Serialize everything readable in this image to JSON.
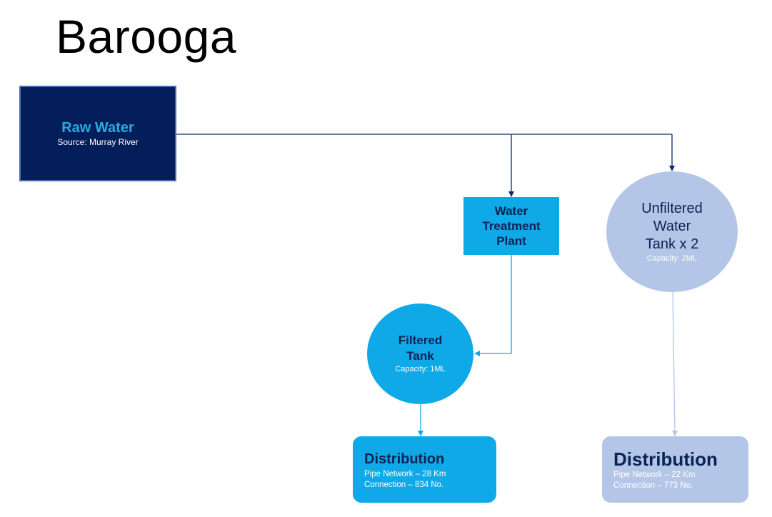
{
  "title": "Barooga",
  "nodes": {
    "raw_water": {
      "heading": "Raw Water",
      "detail": "Source: Murray River"
    },
    "treatment_plant": {
      "heading_lines": [
        "Water",
        "Treatment",
        "Plant"
      ]
    },
    "filtered_tank": {
      "heading_lines": [
        "Filtered",
        "Tank"
      ],
      "detail": "Capacity: 1ML"
    },
    "unfiltered_tank": {
      "heading_lines": [
        "Unfiltered",
        "Water",
        "Tank x 2"
      ],
      "detail": "Capacity: 2ML"
    },
    "distribution_filtered": {
      "heading": "Distribution",
      "pipe_network": "Pipe Network – 28 Km",
      "connection": "Connection – 834 No."
    },
    "distribution_unfiltered": {
      "heading": "Distribution",
      "pipe_network": "Pipe Network – 22 Km",
      "connection": "Connection – 773 No."
    }
  },
  "colors": {
    "raw_water_fill": "#031e5a",
    "raw_water_heading": "#29abe2",
    "filtered_fill": "#10a9e8",
    "unfiltered_fill": "#b4c6e7",
    "dark_text": "#0b2255",
    "raw_line": "#0b2a6b",
    "filtered_line": "#10a9e8",
    "unfiltered_line": "#b4c6e7"
  }
}
